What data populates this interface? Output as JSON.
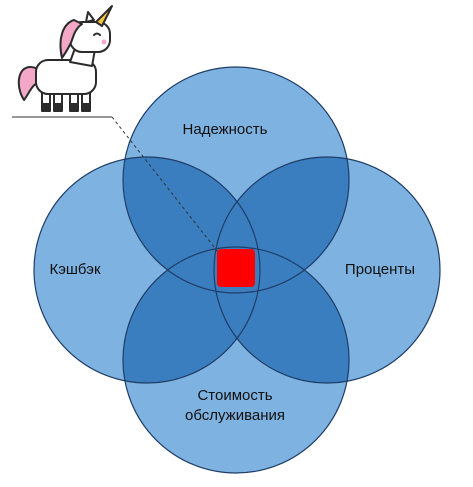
{
  "diagram": {
    "circles": [
      {
        "id": "top",
        "label": "Надежность"
      },
      {
        "id": "left",
        "label": "Кэшбэк"
      },
      {
        "id": "right",
        "label": "Проценты"
      },
      {
        "id": "bottom",
        "label_line1": "Стоимость",
        "label_line2": "обслуживания"
      }
    ],
    "colors": {
      "circle_fill": "#7eb2e0",
      "overlap_fill": "#3a7ec0",
      "circle_stroke": "#1f3d66",
      "center_highlight": "#ff0000"
    },
    "illustration": {
      "icon": "unicorn-icon",
      "colors": {
        "mane": "#f3a8c8",
        "horn": "#f5c542",
        "body": "#ffffff",
        "outline": "#2b2b2b"
      }
    }
  }
}
